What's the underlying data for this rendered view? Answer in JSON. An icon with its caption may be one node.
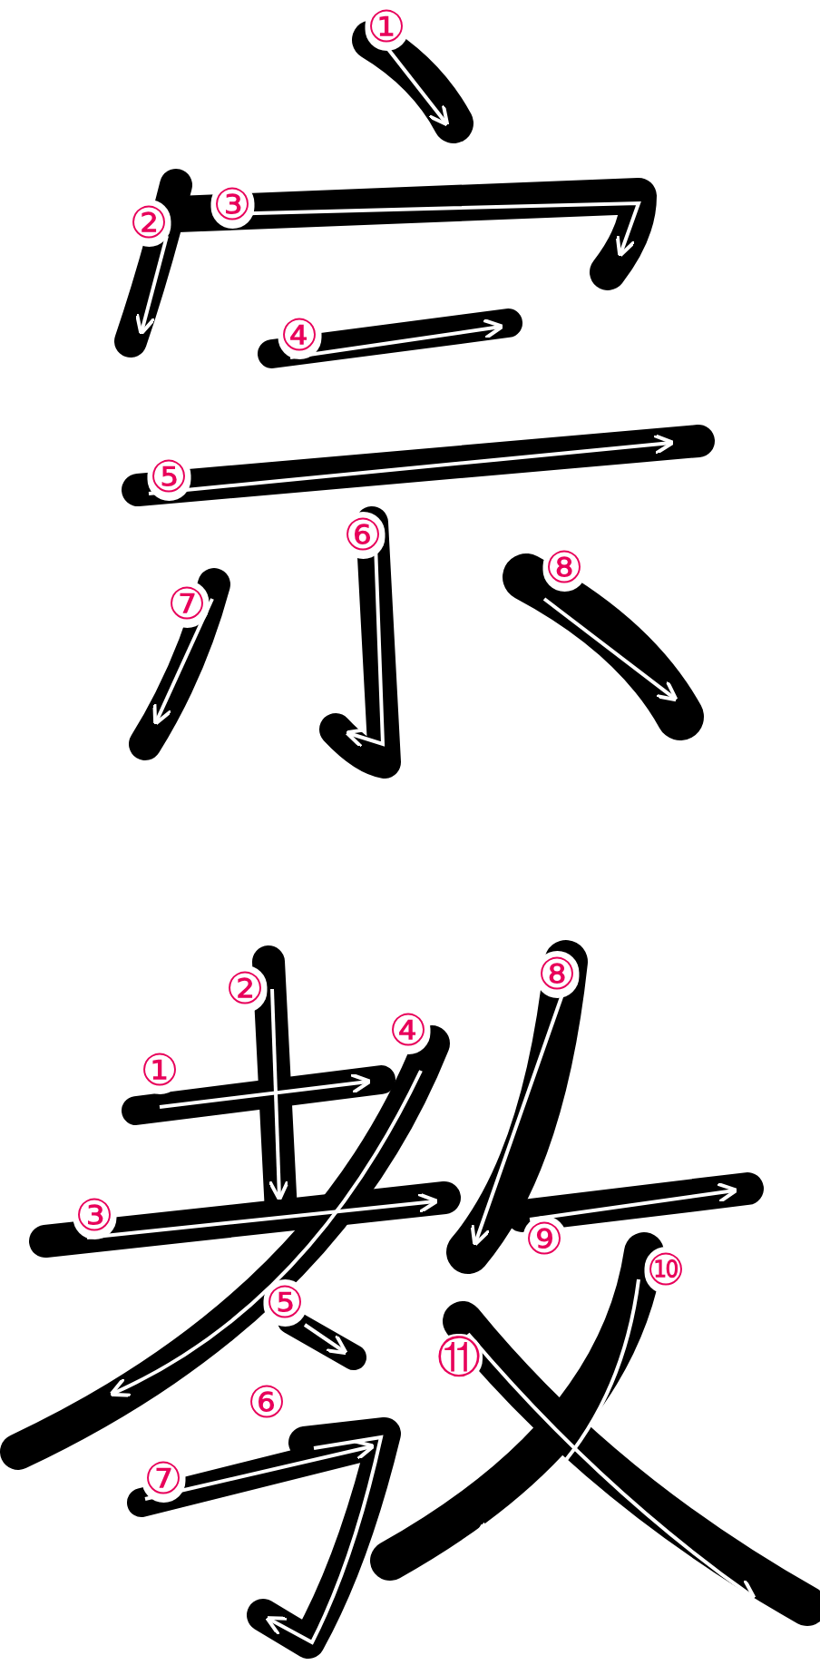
{
  "diagram": {
    "labels": [
      "①",
      "②",
      "③",
      "④",
      "⑤",
      "⑥",
      "⑦",
      "⑧",
      "①",
      "②",
      "③",
      "④",
      "⑤",
      "⑥",
      "⑦",
      "⑧",
      "⑨",
      "⑩",
      "⑪"
    ]
  }
}
